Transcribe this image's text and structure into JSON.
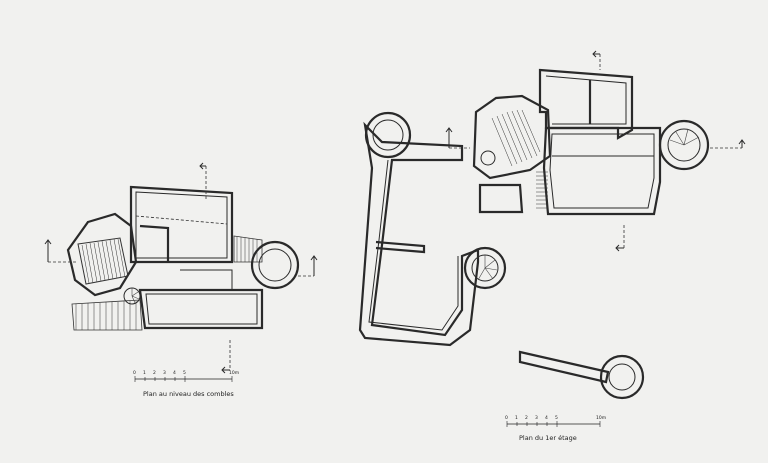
{
  "plans": [
    {
      "caption": "Plan au niveau des combles",
      "scale": {
        "ticks": [
          "0",
          "1",
          "2",
          "3",
          "4",
          "5"
        ],
        "end_label": "10m"
      }
    },
    {
      "caption": "Plan du 1er étage",
      "scale": {
        "ticks": [
          "0",
          "1",
          "2",
          "3",
          "4",
          "5"
        ],
        "end_label": "10m"
      }
    }
  ]
}
